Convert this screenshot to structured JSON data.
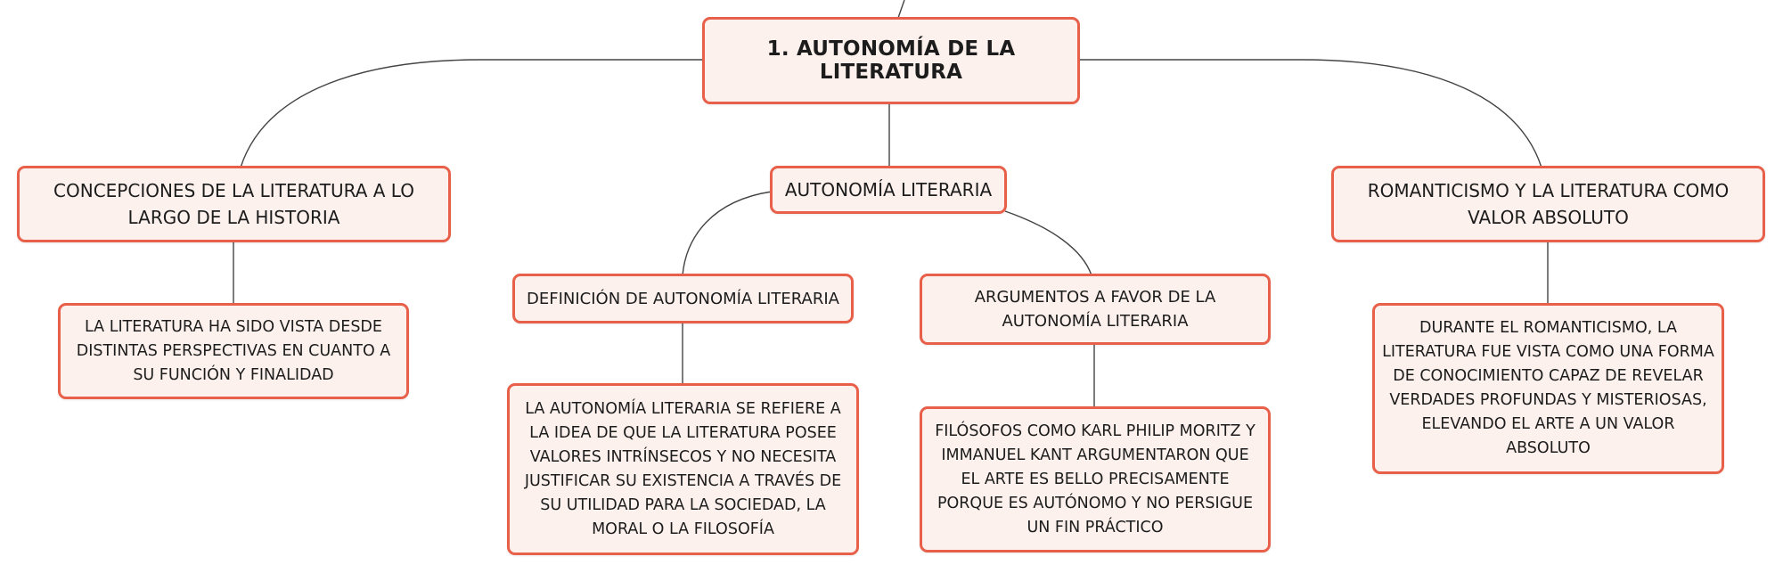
{
  "colors": {
    "node_border": "#e8604a",
    "node_fill": "#fdf1ed",
    "connector": "#444444",
    "text": "#1c1c1c"
  },
  "root": {
    "label": "1. AUTONOMÍA DE LA LITERATURA"
  },
  "branches": {
    "conceptions": {
      "label": "CONCEPCIONES DE LA LITERATURA A LO LARGO DE LA HISTORIA",
      "detail": "LA LITERATURA HA SIDO VISTA DESDE DISTINTAS PERSPECTIVAS EN CUANTO A SU FUNCIÓN Y FINALIDAD"
    },
    "autonomy": {
      "label": "AUTONOMÍA LITERARIA",
      "definition": {
        "label": "DEFINICIÓN DE AUTONOMÍA LITERARIA",
        "detail": "LA AUTONOMÍA LITERARIA SE REFIERE A LA IDEA DE QUE LA LITERATURA POSEE VALORES INTRÍNSECOS Y NO NECESITA JUSTIFICAR SU EXISTENCIA A TRAVÉS DE SU UTILIDAD PARA LA SOCIEDAD, LA MORAL O LA FILOSOFÍA"
      },
      "arguments": {
        "label": "ARGUMENTOS A FAVOR DE LA AUTONOMÍA LITERARIA",
        "detail": "FILÓSOFOS COMO KARL PHILIP MORITZ Y IMMANUEL KANT ARGUMENTARON QUE EL ARTE ES BELLO PRECISAMENTE PORQUE ES AUTÓNOMO Y NO PERSIGUE UN FIN PRÁCTICO"
      }
    },
    "romanticism": {
      "label": "ROMANTICISMO Y LA LITERATURA COMO VALOR ABSOLUTO",
      "detail": "DURANTE EL ROMANTICISMO, LA LITERATURA FUE VISTA COMO UNA FORMA DE CONOCIMIENTO CAPAZ DE REVELAR VERDADES PROFUNDAS Y MISTERIOSAS, ELEVANDO EL ARTE A UN VALOR ABSOLUTO"
    }
  }
}
